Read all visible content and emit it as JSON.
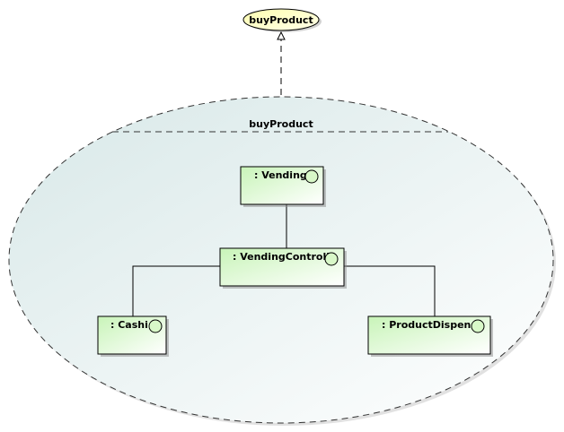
{
  "diagram": {
    "use_case": {
      "label": "buyProduct"
    },
    "collaboration": {
      "label": "buyProduct"
    },
    "lifelines": {
      "ui": {
        "label": ": VendingUI"
      },
      "controller": {
        "label": ": VendingController"
      },
      "cashier": {
        "label": ": Cashier"
      },
      "dispenser": {
        "label": ": ProductDispenser"
      }
    }
  },
  "colors": {
    "usecase_fill": "#ffffc8",
    "collab_fill": "#e8f2f2",
    "box_fill": "#d8f8c8",
    "line": "#000000"
  }
}
